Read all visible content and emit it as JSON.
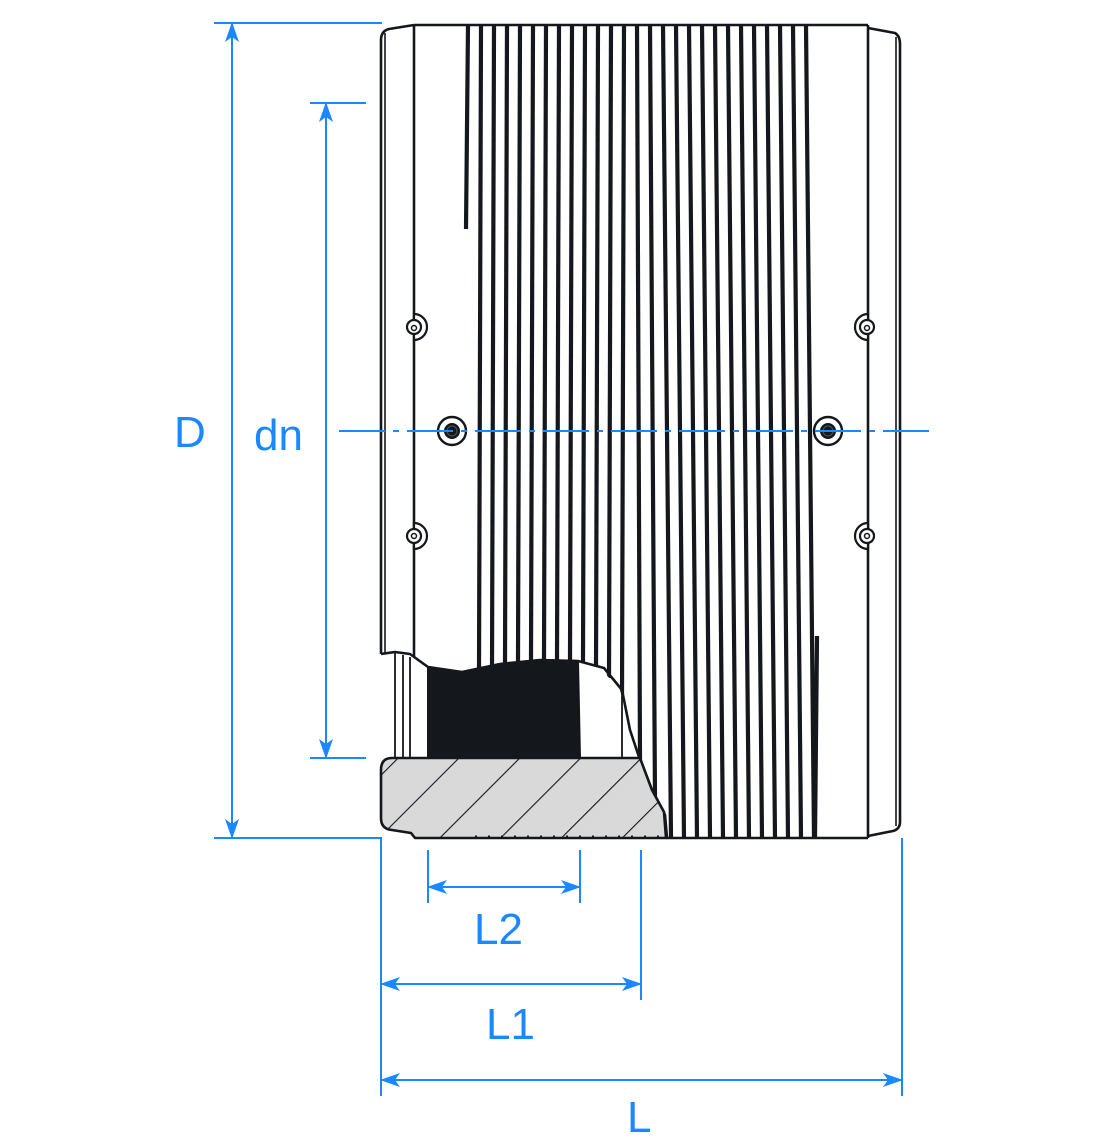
{
  "diagram": {
    "type": "technical-drawing",
    "subject": "electrofusion coupler (cross-section with cutaway)",
    "colors": {
      "dimension": "#1a88ff",
      "outline": "#14171b",
      "section_fill": "#d9d9d9",
      "insert_fill": "#14171b",
      "background": "#ffffff"
    },
    "dimensions": {
      "outer_diameter": {
        "label": "D",
        "orientation": "vertical"
      },
      "nominal_diameter": {
        "label": "dn",
        "orientation": "vertical"
      },
      "socket_depth_zone": {
        "label": "L2",
        "orientation": "horizontal"
      },
      "insertion_depth": {
        "label": "L1",
        "orientation": "horizontal"
      },
      "overall_length": {
        "label": "L",
        "orientation": "horizontal"
      }
    },
    "features": {
      "centerline": "dash-dot, horizontal through center",
      "terminal_pins": 2,
      "fusion_indicators": 4,
      "heating_wire_grooves": 28
    }
  }
}
